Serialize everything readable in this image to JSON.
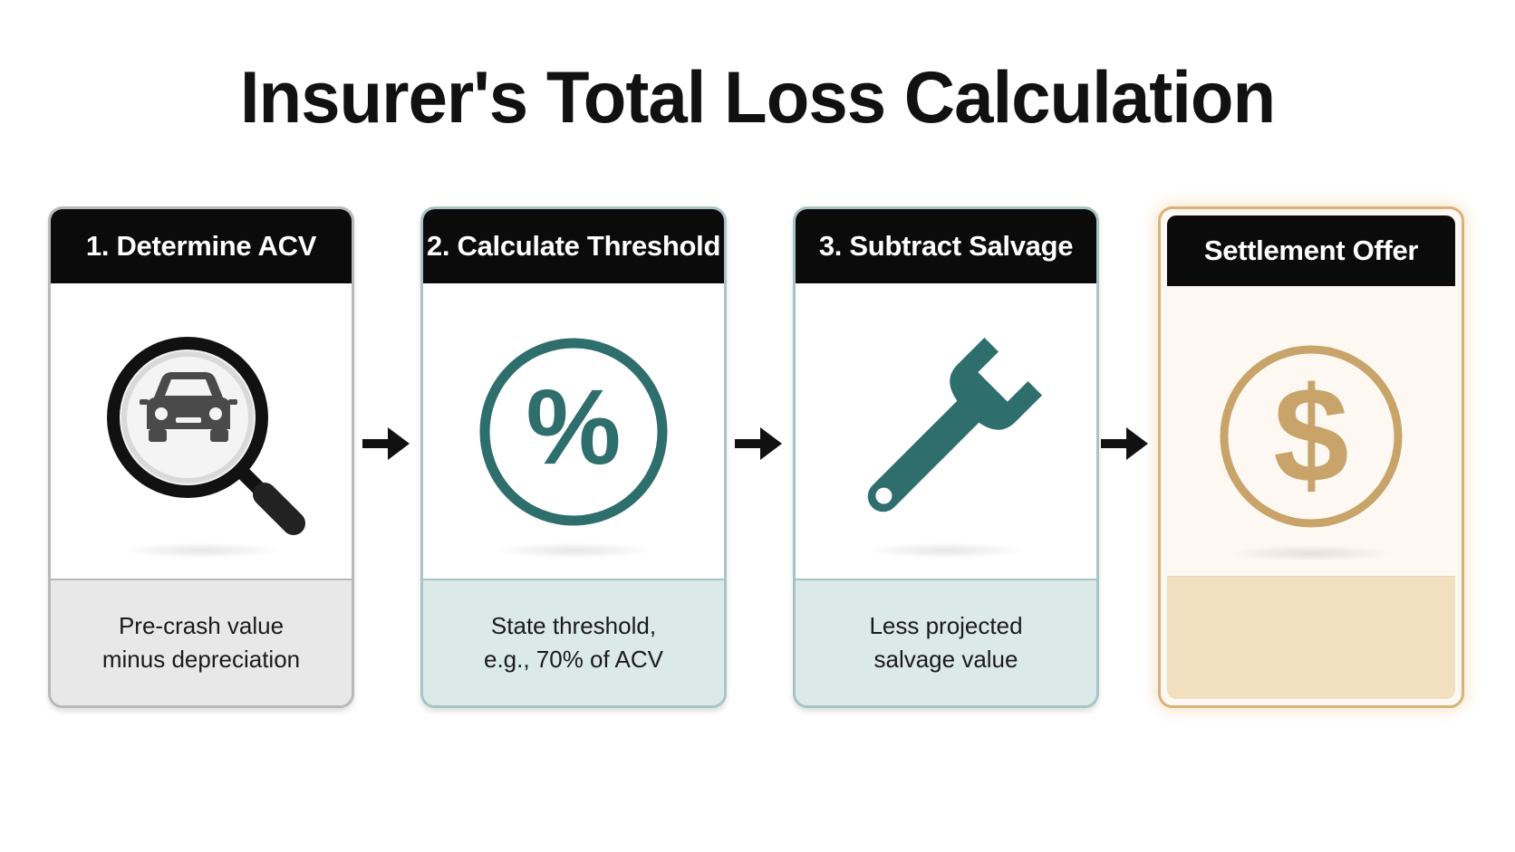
{
  "title": "Insurer's Total Loss Calculation",
  "steps": [
    {
      "header": "1. Determine ACV",
      "icon": "magnifying-glass-car-icon",
      "desc_lines": [
        "Pre-crash value",
        "minus depreciation"
      ]
    },
    {
      "header": "2. Calculate Threshold",
      "icon": "percent-circle-icon",
      "desc_lines": [
        "State threshold,",
        "e.g., 70% of ACV"
      ]
    },
    {
      "header": "3. Subtract Salvage",
      "icon": "wrench-icon",
      "desc_lines": [
        "Less projected",
        "salvage value"
      ]
    },
    {
      "header": "Settlement Offer",
      "icon": "dollar-coin-icon",
      "desc_lines": []
    }
  ],
  "colors": {
    "header_bg": "#0b0b0b",
    "teal": "#2e6e6d",
    "gold": "#c9a46a",
    "gray_desc": "#e8e8e9",
    "teal_desc": "#dce9e9",
    "gold_desc": "#f1dfc0"
  }
}
